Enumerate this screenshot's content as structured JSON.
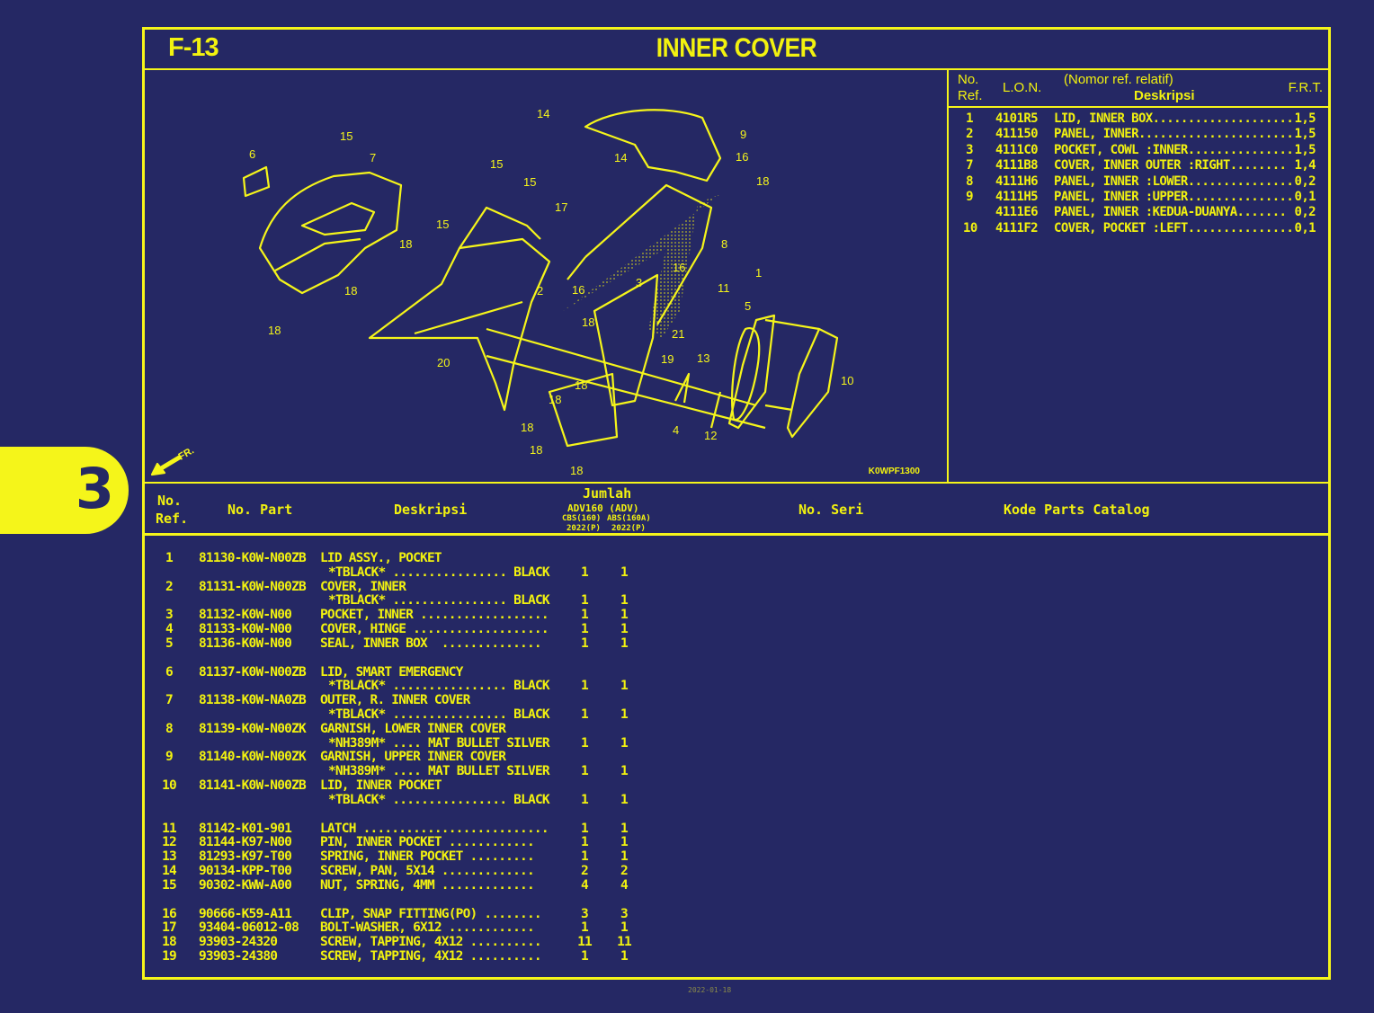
{
  "page": {
    "figure_code": "F-13",
    "title": "INNER COVER",
    "section_tab": "3",
    "diagram_code": "K0WPF1300",
    "front_indicator": "FR.",
    "footer_partial": "2022-01-18"
  },
  "diagram_callouts": [
    "1",
    "2",
    "3",
    "4",
    "5",
    "6",
    "7",
    "8",
    "9",
    "10",
    "11",
    "12",
    "13",
    "14",
    "15",
    "16",
    "17",
    "18",
    "19",
    "20",
    "21"
  ],
  "frt_table": {
    "headers": {
      "no_ref_1": "No.",
      "no_ref_2": "Ref.",
      "lon": "L.O.N.",
      "desc_sub": "(Nomor ref. relatif)",
      "desc": "Deskripsi",
      "frt": "F.R.T."
    },
    "rows": [
      {
        "ref": "1",
        "lon": "4101R5",
        "desc": "LID, INNER BOX....................",
        "frt": "1,5"
      },
      {
        "ref": "2",
        "lon": "411150",
        "desc": "PANEL, INNER......................",
        "frt": "1,5"
      },
      {
        "ref": "3",
        "lon": "4111C0",
        "desc": "POCKET, COWL :INNER...............",
        "frt": "1,5"
      },
      {
        "ref": "7",
        "lon": "4111B8",
        "desc": "COVER, INNER OUTER :RIGHT........",
        "frt": "1,4"
      },
      {
        "ref": "8",
        "lon": "4111H6",
        "desc": "PANEL, INNER :LOWER...............",
        "frt": "0,2"
      },
      {
        "ref": "9",
        "lon": "4111H5",
        "desc": "PANEL, INNER :UPPER...............",
        "frt": "0,1"
      },
      {
        "ref": "",
        "lon": "4111E6",
        "desc": "PANEL, INNER :KEDUA-DUANYA.......",
        "frt": "0,2"
      },
      {
        "ref": "10",
        "lon": "4111F2",
        "desc": "COVER, POCKET :LEFT...............",
        "frt": "0,1"
      }
    ]
  },
  "parts_table": {
    "headers": {
      "no_ref_1": "No.",
      "no_ref_2": "Ref.",
      "part_no": "No. Part",
      "desc": "Deskripsi",
      "qty": "Jumlah",
      "model": "ADV160 (ADV)",
      "col_a": "CBS(160)",
      "col_b": "ABS(160A)",
      "year_a": "2022(P)",
      "year_b": "2022(P)",
      "serial": "No. Seri",
      "catalog": "Kode Parts Catalog"
    },
    "rows": [
      {
        "ref": "1",
        "part": "81130-K0W-N00ZB",
        "desc": "LID ASSY., POCKET",
        "sub": "*TBLACK* ................ BLACK",
        "qa": "1",
        "qb": "1"
      },
      {
        "ref": "2",
        "part": "81131-K0W-N00ZB",
        "desc": "COVER, INNER",
        "sub": "*TBLACK* ................ BLACK",
        "qa": "1",
        "qb": "1"
      },
      {
        "ref": "3",
        "part": "81132-K0W-N00",
        "desc": "POCKET, INNER ..................",
        "sub": "",
        "qa": "1",
        "qb": "1"
      },
      {
        "ref": "4",
        "part": "81133-K0W-N00",
        "desc": "COVER, HINGE ...................",
        "sub": "",
        "qa": "1",
        "qb": "1"
      },
      {
        "ref": "5",
        "part": "81136-K0W-N00",
        "desc": "SEAL, INNER BOX  ..............",
        "sub": "",
        "qa": "1",
        "qb": "1",
        "gap_after": true
      },
      {
        "ref": "6",
        "part": "81137-K0W-N00ZB",
        "desc": "LID, SMART EMERGENCY",
        "sub": "*TBLACK* ................ BLACK",
        "qa": "1",
        "qb": "1"
      },
      {
        "ref": "7",
        "part": "81138-K0W-NA0ZB",
        "desc": "OUTER, R. INNER COVER",
        "sub": "*TBLACK* ................ BLACK",
        "qa": "1",
        "qb": "1"
      },
      {
        "ref": "8",
        "part": "81139-K0W-N00ZK",
        "desc": "GARNISH, LOWER INNER COVER",
        "sub": "*NH389M* .... MAT BULLET SILVER",
        "qa": "1",
        "qb": "1"
      },
      {
        "ref": "9",
        "part": "81140-K0W-N00ZK",
        "desc": "GARNISH, UPPER INNER COVER",
        "sub": "*NH389M* .... MAT BULLET SILVER",
        "qa": "1",
        "qb": "1"
      },
      {
        "ref": "10",
        "part": "81141-K0W-N00ZB",
        "desc": "LID, INNER POCKET",
        "sub": "*TBLACK* ................ BLACK",
        "qa": "1",
        "qb": "1",
        "gap_after": true
      },
      {
        "ref": "11",
        "part": "81142-K01-901",
        "desc": "LATCH ..........................",
        "sub": "",
        "qa": "1",
        "qb": "1"
      },
      {
        "ref": "12",
        "part": "81144-K97-N00",
        "desc": "PIN, INNER POCKET ............",
        "sub": "",
        "qa": "1",
        "qb": "1"
      },
      {
        "ref": "13",
        "part": "81293-K97-T00",
        "desc": "SPRING, INNER POCKET .........",
        "sub": "",
        "qa": "1",
        "qb": "1"
      },
      {
        "ref": "14",
        "part": "90134-KPP-T00",
        "desc": "SCREW, PAN, 5X14 .............",
        "sub": "",
        "qa": "2",
        "qb": "2"
      },
      {
        "ref": "15",
        "part": "90302-KWW-A00",
        "desc": "NUT, SPRING, 4MM .............",
        "sub": "",
        "qa": "4",
        "qb": "4",
        "gap_after": true
      },
      {
        "ref": "16",
        "part": "90666-K59-A11",
        "desc": "CLIP, SNAP FITTING(PO) ........",
        "sub": "",
        "qa": "3",
        "qb": "3"
      },
      {
        "ref": "17",
        "part": "93404-06012-08",
        "desc": "BOLT-WASHER, 6X12 ............",
        "sub": "",
        "qa": "1",
        "qb": "1"
      },
      {
        "ref": "18",
        "part": "93903-24320",
        "desc": "SCREW, TAPPING, 4X12 ..........",
        "sub": "",
        "qa": "11",
        "qb": "11"
      },
      {
        "ref": "19",
        "part": "93903-24380",
        "desc": "SCREW, TAPPING, 4X12 ..........",
        "sub": "",
        "qa": "1",
        "qb": "1"
      }
    ]
  },
  "colors": {
    "background": "#252864",
    "ink": "#f2f20f"
  }
}
